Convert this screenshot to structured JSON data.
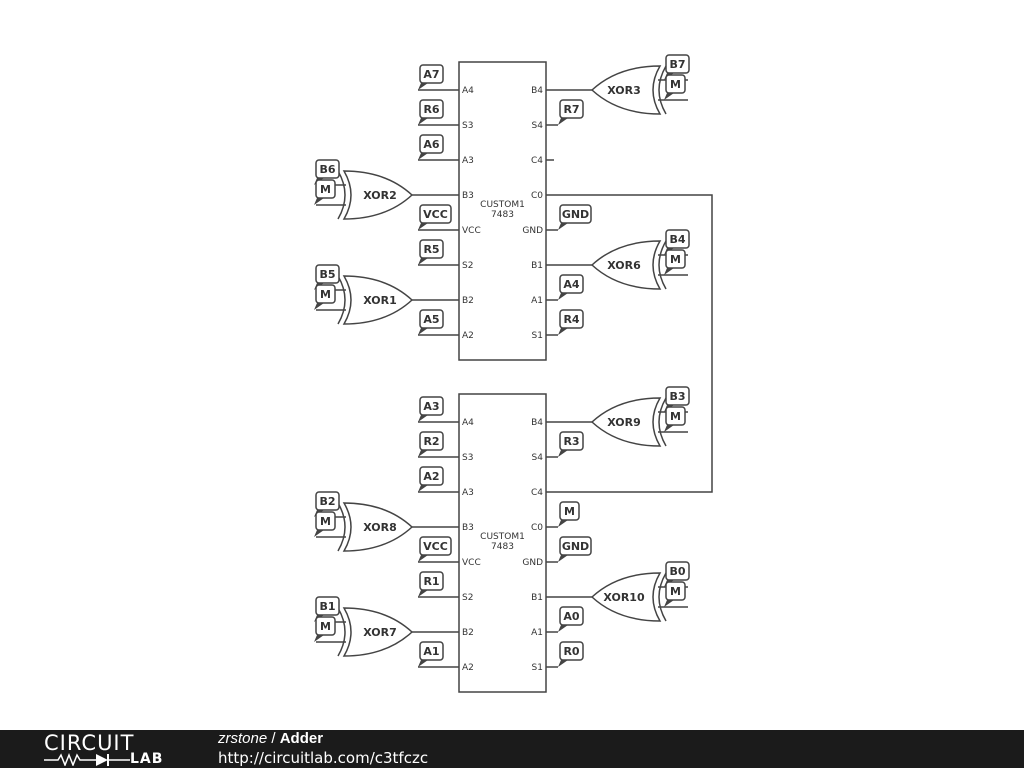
{
  "diagram": {
    "chips": [
      {
        "name": "CUSTOM1",
        "part": "7483",
        "left_pins": [
          "A4",
          "S3",
          "A3",
          "B3",
          "VCC",
          "S2",
          "B2",
          "A2"
        ],
        "right_pins": [
          "B4",
          "S4",
          "C4",
          "C0",
          "GND",
          "B1",
          "A1",
          "S1"
        ]
      },
      {
        "name": "CUSTOM1",
        "part": "7483",
        "left_pins": [
          "A4",
          "S3",
          "A3",
          "B3",
          "VCC",
          "S2",
          "B2",
          "A2"
        ],
        "right_pins": [
          "B4",
          "S4",
          "C4",
          "C0",
          "GND",
          "B1",
          "A1",
          "S1"
        ]
      }
    ],
    "gates": [
      {
        "name": "XOR3",
        "inputs": [
          "B7",
          "M"
        ]
      },
      {
        "name": "XOR2",
        "inputs": [
          "B6",
          "M"
        ]
      },
      {
        "name": "XOR6",
        "inputs": [
          "B4",
          "M"
        ]
      },
      {
        "name": "XOR1",
        "inputs": [
          "B5",
          "M"
        ]
      },
      {
        "name": "XOR9",
        "inputs": [
          "B3",
          "M"
        ]
      },
      {
        "name": "XOR8",
        "inputs": [
          "B2",
          "M"
        ]
      },
      {
        "name": "XOR10",
        "inputs": [
          "B0",
          "M"
        ]
      },
      {
        "name": "XOR7",
        "inputs": [
          "B1",
          "M"
        ]
      }
    ],
    "net_labels": {
      "chip1_left": [
        "A7",
        "R6",
        "A6",
        "VCC",
        "R5",
        "A5"
      ],
      "chip1_right": [
        "R7",
        "GND",
        "A4",
        "R4"
      ],
      "chip2_left": [
        "A3",
        "R2",
        "A2",
        "VCC",
        "R1",
        "A1"
      ],
      "chip2_right": [
        "R3",
        "M",
        "GND",
        "A0",
        "R0"
      ]
    }
  },
  "footer": {
    "logo_top": "CIRCUIT",
    "logo_bottom": "LAB",
    "user": "zrstone",
    "separator": " / ",
    "title": "Adder",
    "url": "http://circuitlab.com/c3tfczc"
  }
}
